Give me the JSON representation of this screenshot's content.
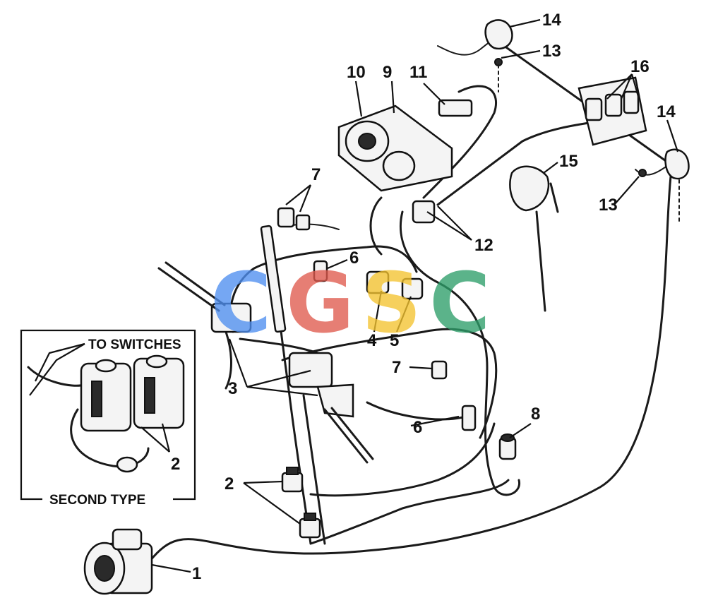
{
  "watermark": {
    "letters": [
      "C",
      "G",
      "S",
      "C"
    ],
    "colors": [
      "#4f8ff0",
      "#e05a4e",
      "#f4c430",
      "#2e9e6a"
    ]
  },
  "inset": {
    "to_switches_label": "TO SWITCHES",
    "second_type_label": "SECOND TYPE",
    "callout_2": "2"
  },
  "callouts": {
    "c1": "1",
    "c2": "2",
    "c3a": "3",
    "c4": "4",
    "c5": "5",
    "c6a": "6",
    "c6b": "6",
    "c7a": "7",
    "c7b": "7",
    "c8": "8",
    "c9": "9",
    "c10": "10",
    "c11": "11",
    "c12": "12",
    "c13a": "13",
    "c13b": "13",
    "c14a": "14",
    "c14b": "14",
    "c15": "15",
    "c16": "16"
  }
}
